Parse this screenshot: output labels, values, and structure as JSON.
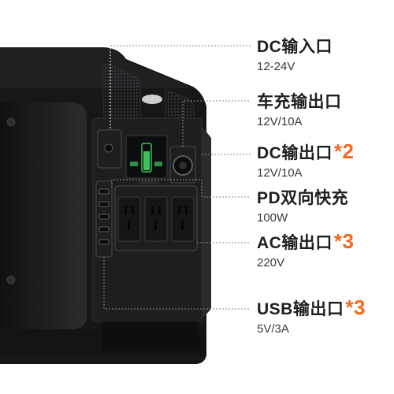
{
  "colors": {
    "accent": "#f26a1b",
    "device": "#1b1b1c",
    "text": "#1e1e1e"
  },
  "labels": [
    {
      "title": "DC输入口",
      "mult": "",
      "sub": "12-24V"
    },
    {
      "title": "车充输出口",
      "mult": "",
      "sub": "12V/10A"
    },
    {
      "title": "DC输出口",
      "mult": "*2",
      "sub": "12V/10A"
    },
    {
      "title": "PD双向快充",
      "mult": "",
      "sub": "100W"
    },
    {
      "title": "AC输出口",
      "mult": "*3",
      "sub": "220V"
    },
    {
      "title": "USB输出口",
      "mult": "*3",
      "sub": "5V/3A"
    }
  ],
  "battery_level": 0.75
}
